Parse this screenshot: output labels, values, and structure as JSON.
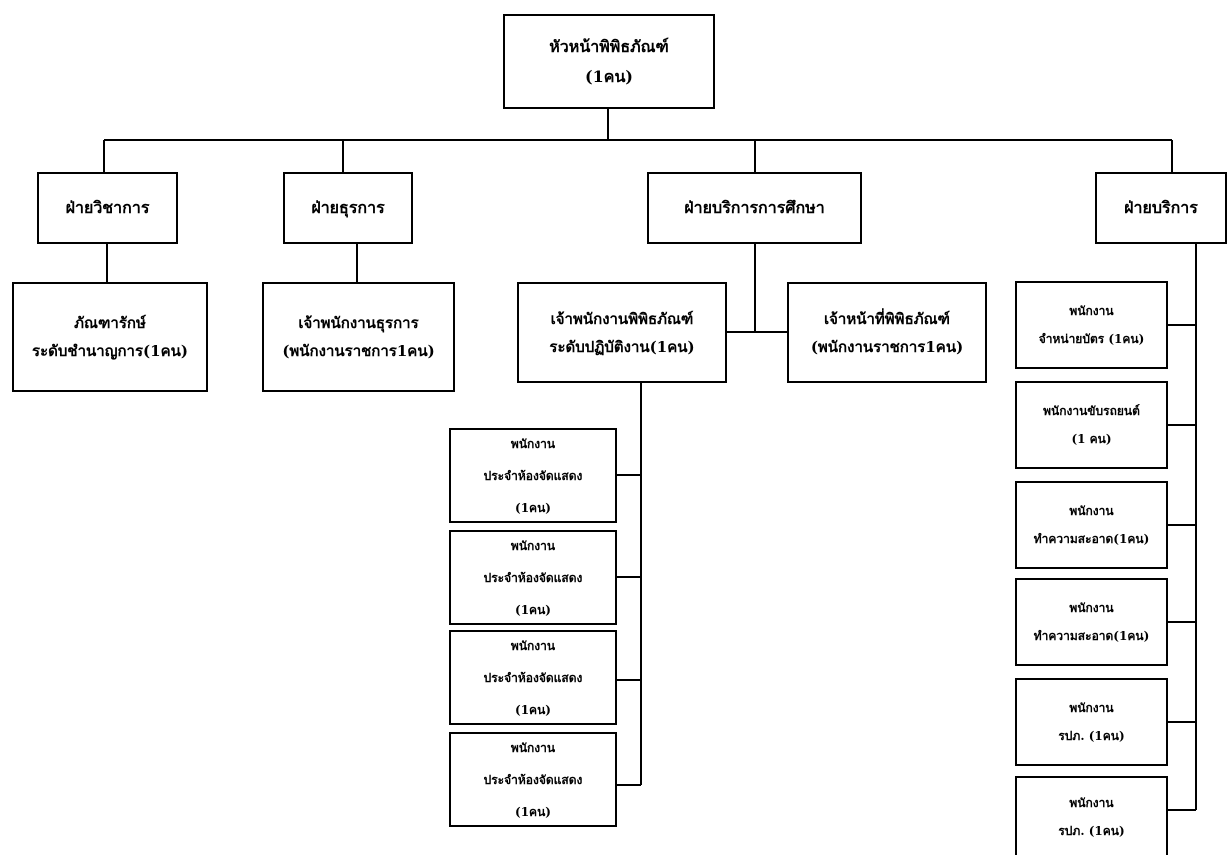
{
  "org_chart": {
    "head": {
      "line1": "หัวหน้าพิพิธภัณฑ์",
      "line2": "(1คน)"
    },
    "divisions": {
      "academic": {
        "label": "ฝ่ายวิชาการ"
      },
      "admin": {
        "label": "ฝ่ายธุรการ"
      },
      "edu_service": {
        "label": "ฝ่ายบริการการศึกษา"
      },
      "service": {
        "label": "ฝ่ายบริการ"
      }
    },
    "academic_staff": {
      "line1": "ภัณฑารักษ์",
      "line2": "ระดับชำนาญการ(1คน)"
    },
    "admin_staff": {
      "line1": "เจ้าพนักงานธุรการ",
      "line2": "(พนักงานราชการ1คน)"
    },
    "edu_officer": {
      "line1": "เจ้าพนักงานพิพิธภัณฑ์",
      "line2": "ระดับปฏิบัติงาน(1คน)"
    },
    "edu_curator": {
      "line1": "เจ้าหน้าที่พิพิธภัณฑ์",
      "line2": "(พนักงานราชการ1คน)"
    },
    "exhibit_staff": [
      {
        "line1": "พนักงาน",
        "line2": "ประจำห้องจัดแสดง",
        "line3": "(1คน)"
      },
      {
        "line1": "พนักงาน",
        "line2": "ประจำห้องจัดแสดง",
        "line3": "(1คน)"
      },
      {
        "line1": "พนักงาน",
        "line2": "ประจำห้องจัดแสดง",
        "line3": "(1คน)"
      },
      {
        "line1": "พนักงาน",
        "line2": "ประจำห้องจัดแสดง",
        "line3": "(1คน)"
      }
    ],
    "service_staff": [
      {
        "line1": "พนักงาน",
        "line2": "จำหน่ายบัตร (1คน)"
      },
      {
        "line1": "พนักงานขับรถยนต์",
        "line2": "(1 คน)"
      },
      {
        "line1": "พนักงาน",
        "line2": "ทำความสะอาด(1คน)"
      },
      {
        "line1": "พนักงาน",
        "line2": "ทำความสะอาด(1คน)"
      },
      {
        "line1": "พนักงาน",
        "line2": "รปภ. (1คน)"
      },
      {
        "line1": "พนักงาน",
        "line2": "รปภ. (1คน)"
      }
    ]
  }
}
